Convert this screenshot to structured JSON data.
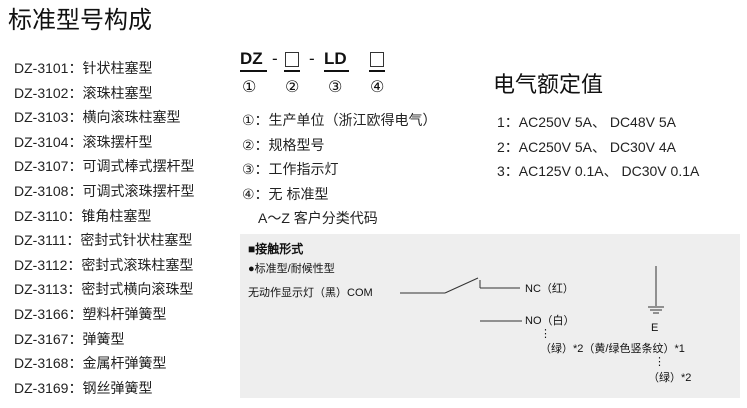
{
  "title": "标准型号构成",
  "models": [
    "DZ-3101：针状柱塞型",
    "DZ-3102：滚珠柱塞型",
    "DZ-3103：横向滚珠柱塞型",
    "DZ-3104：滚珠摆杆型",
    "DZ-3107：可调式棒式摆杆型",
    "DZ-3108：可调式滚珠摆杆型",
    "DZ-3110：锥角柱塞型",
    "DZ-3111：密封式针状柱塞型",
    "DZ-3112：密封式滚珠柱塞型",
    "DZ-3113：密封式横向滚珠型",
    "DZ-3166：塑料杆弹簧型",
    "DZ-3167：弹簧型",
    "DZ-3168：金属杆弹簧型",
    "DZ-3169：钢丝弹簧型"
  ],
  "code": {
    "seg1": "DZ",
    "dash1": "-",
    "dash2": "-",
    "seg3": "LD",
    "markers": [
      "①",
      "②",
      "③",
      "④"
    ]
  },
  "legend": [
    "①：生产单位（浙江欧得电气）",
    "②：规格型号",
    "③：工作指示灯",
    "④：无 标准型",
    "A～Z 客户分类代码"
  ],
  "ratings_title": "电气额定值",
  "ratings": [
    "1：AC250V 5A、 DC48V 5A",
    "2：AC250V 5A、 DC30V 4A",
    "3：AC125V 0.1A、 DC30V 0.1A"
  ],
  "wiring": {
    "heading": "■接触形式",
    "type": "●标准型/耐候性型",
    "com_label": "无动作显示灯（黑）COM",
    "nc_label": "NC（红）",
    "no_label": "NO（白）",
    "ground_label": "E",
    "green_note": "（绿）*2（黄/绿色竖条纹）*1",
    "green_note2": "（绿）*2",
    "dots": "⋮"
  }
}
